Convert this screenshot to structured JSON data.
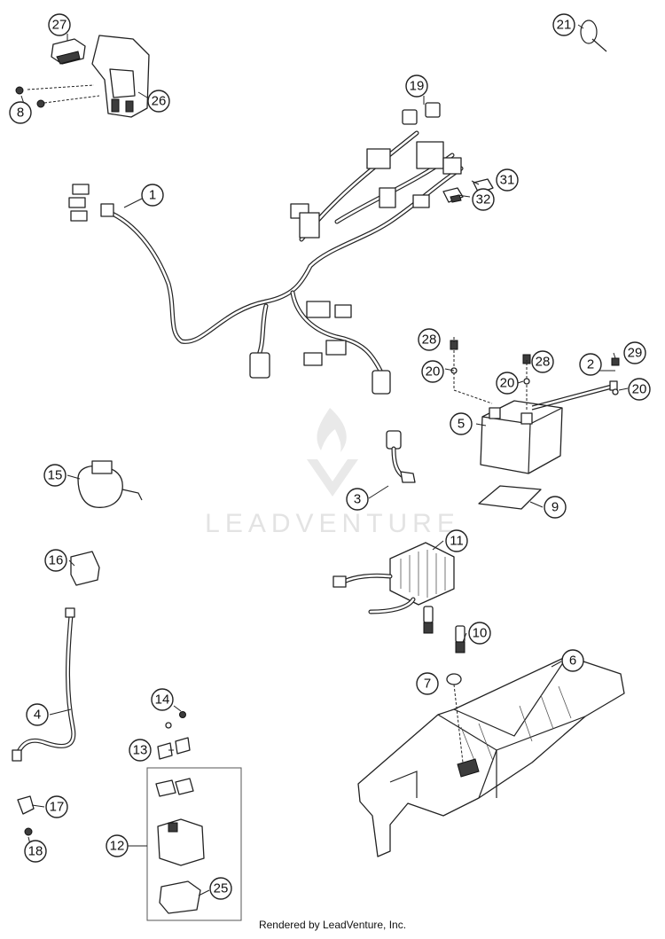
{
  "diagram": {
    "callouts": {
      "c1": "1",
      "c2": "2",
      "c3": "3",
      "c4": "4",
      "c5": "5",
      "c6": "6",
      "c7": "7",
      "c8": "8",
      "c9": "9",
      "c10": "10",
      "c11": "11",
      "c12": "12",
      "c13": "13",
      "c14": "14",
      "c15": "15",
      "c16": "16",
      "c17": "17",
      "c18": "18",
      "c19": "19",
      "c20a": "20",
      "c20b": "20",
      "c20c": "20",
      "c21": "21",
      "c25": "25",
      "c26": "26",
      "c27": "27",
      "c28a": "28",
      "c28b": "28",
      "c29": "29",
      "c31": "31",
      "c32": "32"
    }
  },
  "watermark": {
    "text": "LEADVENTURE"
  },
  "footer": {
    "text": "Rendered by LeadVenture, Inc."
  },
  "colors": {
    "line": "#222222",
    "watermark": "#e3e3e3",
    "background": "#ffffff"
  }
}
